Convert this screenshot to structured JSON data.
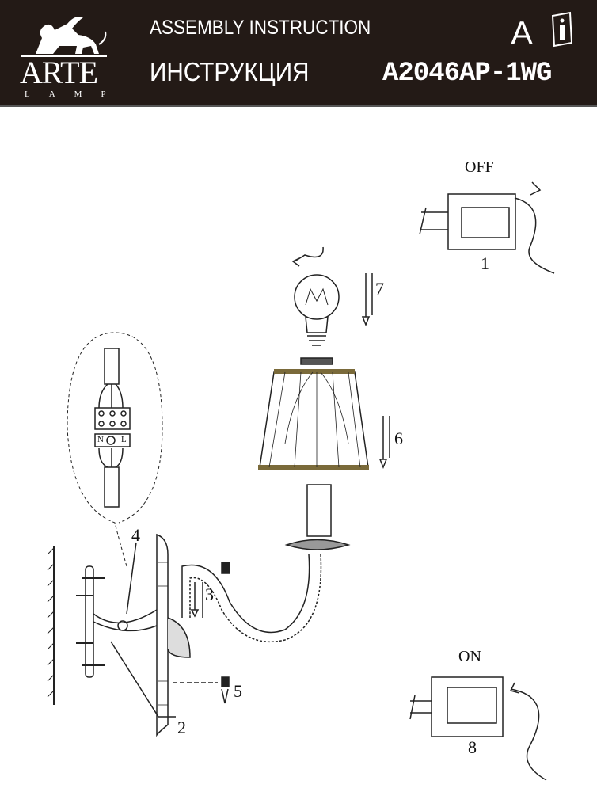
{
  "header": {
    "brand": "ARTE",
    "brand_sub": "LAMP",
    "title_en": "ASSEMBLY INSTRUCTION",
    "title_ru": "ИНСТРУКЦИЯ",
    "model": "A2046AP-1WG",
    "class_letter": "A",
    "manual_icon": "book-info-icon"
  },
  "steps": {
    "off": "OFF",
    "on": "ON",
    "s1": "1",
    "s2": "2",
    "s3": "3",
    "s4": "4",
    "s5": "5",
    "s6": "6",
    "s7": "7",
    "s8": "8"
  },
  "wiring": {
    "n": "N",
    "l": "L"
  },
  "colors": {
    "header_bg": "#231a16",
    "shade_trim": "#7a6a3a"
  }
}
